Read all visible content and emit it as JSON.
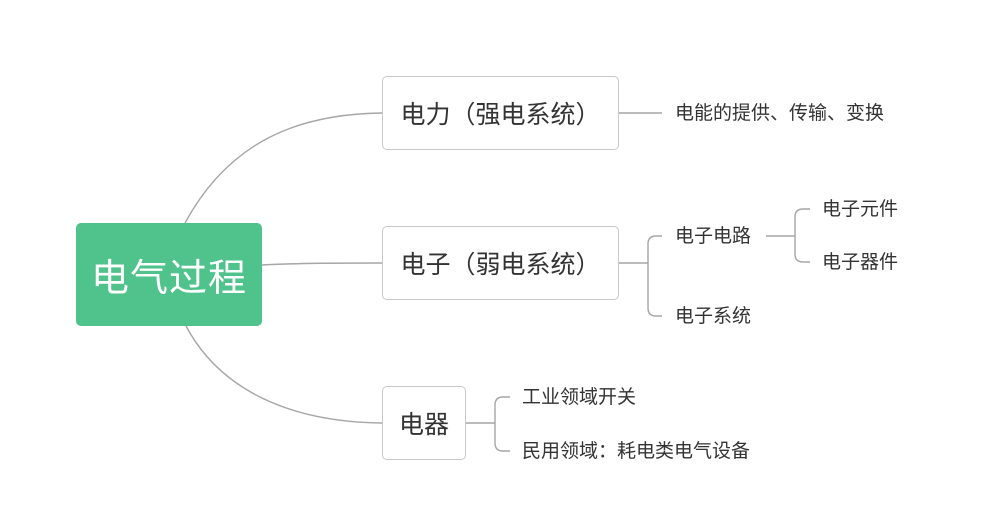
{
  "root": {
    "label": "电气过程"
  },
  "branches": {
    "strong": {
      "label": "电力（强电系统）",
      "leaf": "电能的提供、传输、变换"
    },
    "weak": {
      "label": "电子（弱电系统）",
      "circuit": {
        "label": "电子电路",
        "children": [
          "电子元件",
          "电子器件"
        ]
      },
      "system": {
        "label": "电子系统"
      }
    },
    "appliance": {
      "label": "电器",
      "children": [
        "工业领域开关",
        "民用领域：耗电类电气设备"
      ]
    }
  },
  "colors": {
    "root_fill": "#4fc38b",
    "connector": "#a6a6a6",
    "node_border": "#c9c9c9",
    "text": "#333333"
  }
}
